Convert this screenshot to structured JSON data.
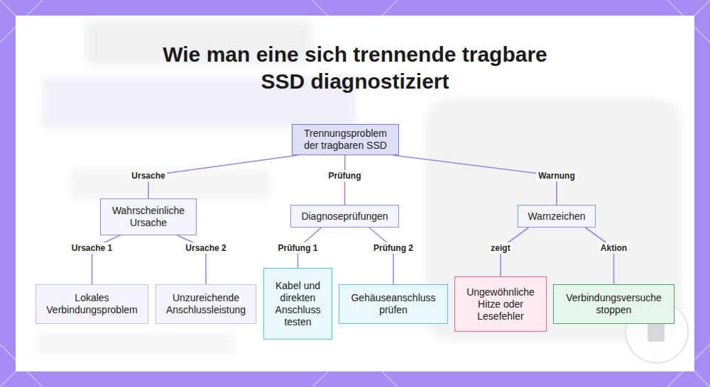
{
  "diagram": {
    "title": "Wie man eine sich trennende tragbare SSD diagnostiziert",
    "nodes": [
      {
        "text": [
          "Trennungsproblem der tragbaren SSD"
        ]
      },
      {
        "text": [
          "Wahrscheinliche Ursache"
        ]
      },
      {
        "text": [
          "Diagnoseprüfungen"
        ]
      },
      {
        "text": [
          "Warnzeichen"
        ]
      },
      {
        "text": [
          "Lokales Verbindungsproblem"
        ]
      },
      {
        "text": [
          "Unzureichende Anschlussleistung"
        ]
      },
      {
        "text": [
          "Kabel und direkten Anschluss testen"
        ]
      },
      {
        "text": [
          "Gehäuseanschluss prüfen"
        ]
      },
      {
        "text": [
          "Ungewöhnliche Hitze oder Lesefehler"
        ]
      },
      {
        "text": [
          "Verbindungsversuche stoppen"
        ]
      }
    ],
    "edges": [
      {
        "from": 0,
        "to": 1,
        "label": "Ursache",
        "arrow": "none"
      },
      {
        "from": 0,
        "to": 2,
        "label": "Prüfung",
        "arrow": "none"
      },
      {
        "from": 0,
        "to": 3,
        "label": "Warnung",
        "arrow": "none"
      },
      {
        "from": 1,
        "to": 4,
        "label": "Ursache 1",
        "arrow": "none"
      },
      {
        "from": 1,
        "to": 5,
        "label": "Ursache 2",
        "arrow": "none"
      },
      {
        "from": 2,
        "to": 6,
        "label": "Prüfung 1",
        "arrow": "none"
      },
      {
        "from": 2,
        "to": 7,
        "label": "Prüfung 2",
        "arrow": "none"
      },
      {
        "from": 3,
        "to": 8,
        "label": "zeigt",
        "arrow": "none"
      },
      {
        "from": 3,
        "to": 9,
        "label": "Aktion",
        "arrow": "none"
      }
    ]
  }
}
